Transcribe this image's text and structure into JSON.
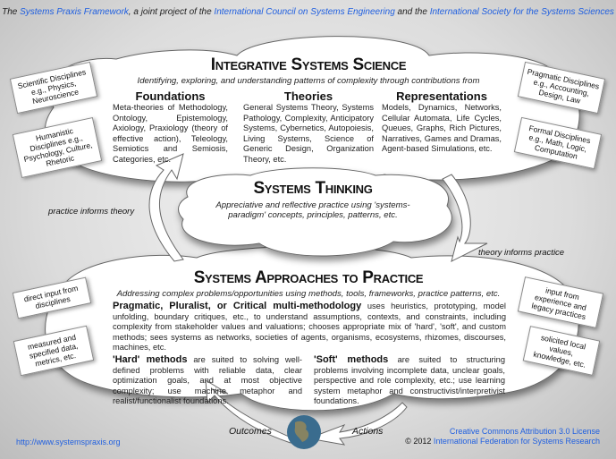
{
  "header": {
    "prefix": "The ",
    "framework": "Systems Praxis Framework",
    "mid": ", a joint project of the ",
    "incose": "International Council on Systems Engineering",
    "and": " and the ",
    "isss": "International Society for the Systems Sciences"
  },
  "integrative": {
    "title": "Integrative Systems Science",
    "subtitle": "Identifying, exploring, and understanding patterns of complexity through contributions from",
    "columns": [
      {
        "title": "Foundations",
        "text": "Meta-theories of Methodology, Ontology, Epistemology, Axiology, Praxiology (theory of effective action), Teleology, Semiotics and Semiosis, Categories, etc."
      },
      {
        "title": "Theories",
        "text": "General Systems Theory, Systems Pathology, Complexity, Anticipatory Systems, Cybernetics, Autopoiesis, Living Systems, Science of Generic Design, Organization Theory, etc."
      },
      {
        "title": "Representations",
        "text": "Models, Dynamics, Networks, Cellular Automata, Life Cycles, Queues, Graphs, Rich Pictures, Narratives, Games and Dramas, Agent-based Simulations, etc."
      }
    ],
    "left_tabs": [
      "Scientific Disciplines e.g., Physics, Neuroscience",
      "Humanistic Disciplines e.g., Psychology, Culture, Rhetoric"
    ],
    "right_tabs": [
      "Pragmatic Disciplines e.g., Accounting, Design, Law",
      "Formal Disciplines e.g., Math, Logic, Computation"
    ]
  },
  "thinking": {
    "title": "Systems Thinking",
    "subtitle": "Appreciative and reflective practice using 'systems-paradigm' concepts, principles, patterns, etc."
  },
  "flows": {
    "left": "practice informs theory",
    "right": "theory informs practice",
    "outcomes": "Outcomes",
    "actions": "Actions"
  },
  "practice": {
    "title": "Systems Approaches to Practice",
    "subtitle": "Addressing complex problems/opportunities using methods, tools, frameworks, practice patterns, etc.",
    "multi_lead": "Pragmatic, Pluralist, or Critical multi-methodology",
    "multi_text": " uses heuristics, prototyping, model unfolding, boundary critiques, etc., to understand assumptions, contexts, and constraints, including complexity from stakeholder values and valuations; chooses appropriate mix of 'hard', 'soft', and custom methods; sees systems as networks, societies of agents, organisms, ecosystems, rhizomes, discourses, machines, etc.",
    "hard_lead": "'Hard' methods",
    "hard_text": " are suited to solving well-defined problems with reliable data, clear optimization goals, and at most objective complexity; use machine metaphor and realist/functionalist foundations.",
    "soft_lead": "'Soft' methods",
    "soft_text": " are suited to structuring problems involving incomplete data, unclear goals, perspective and role complexity, etc.; use learning system metaphor and constructivist/interpretivist foundations.",
    "left_tabs": [
      "direct input from disciplines",
      "measured and specified data, metrics, etc."
    ],
    "right_tabs": [
      "input from experience and legacy practices",
      "solicited local values, knowledge, etc."
    ]
  },
  "footer": {
    "url": "http://www.systemspraxis.org",
    "license": "Creative Commons Attribution 3.0 License",
    "copyright": "© 2012 ",
    "ifsr": "International Federation for Systems Research"
  }
}
